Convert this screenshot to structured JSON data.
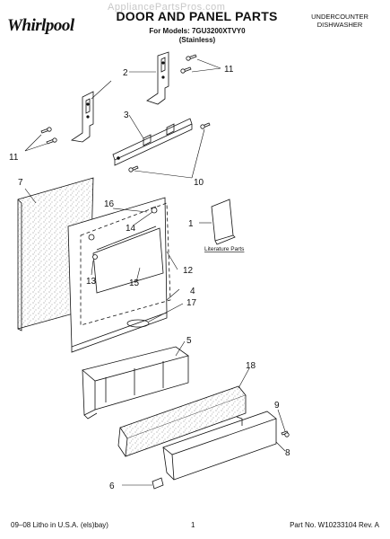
{
  "header": {
    "brand": "Whirlpool",
    "title": "DOOR AND PANEL PARTS",
    "models_line1": "For Models: 7GU3200XTVY0",
    "models_line2": "(Stainless)",
    "watermark": "AppliancePartsPros.com",
    "product_line1": "UNDERCOUNTER",
    "product_line2": "DISHWASHER"
  },
  "literature_label": "Literature Parts",
  "callouts": [
    "1",
    "2",
    "3",
    "4",
    "5",
    "6",
    "7",
    "8",
    "9",
    "10",
    "11",
    "11",
    "12",
    "13",
    "14",
    "15",
    "16",
    "17",
    "18"
  ],
  "footer": {
    "left": "09–08 Litho in U.S.A. (els)bay)",
    "center": "1",
    "right": "Part No. W10233104 Rev. A"
  },
  "colors": {
    "ink": "#111111",
    "speckle": "#e9e9e9",
    "watermark": "#c8c8c8"
  }
}
